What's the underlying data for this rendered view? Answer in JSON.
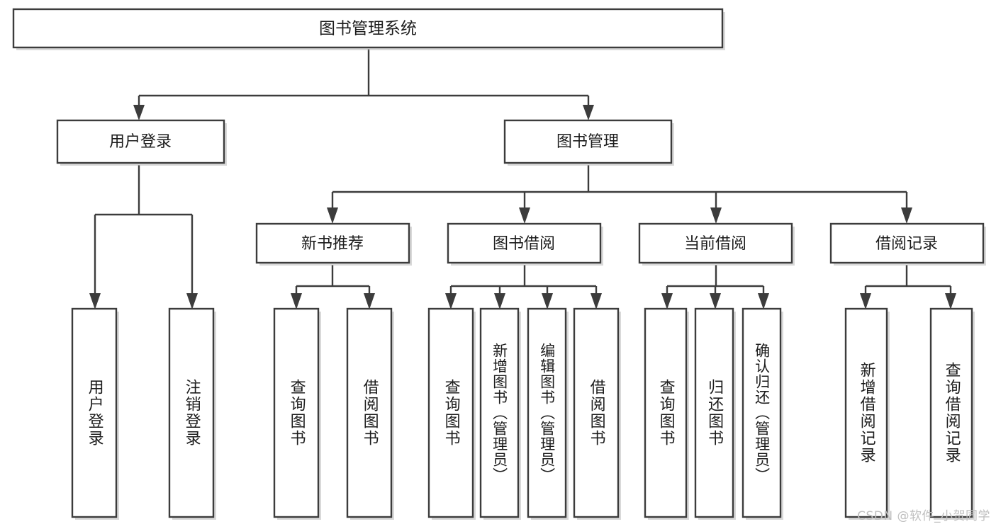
{
  "diagram": {
    "type": "tree-hierarchy",
    "title_node": {
      "id": "root",
      "label": "图书管理系统"
    },
    "level2": [
      {
        "id": "user-login",
        "label": "用户登录"
      },
      {
        "id": "book-mgmt",
        "label": "图书管理"
      }
    ],
    "level3": [
      {
        "id": "new-book-rec",
        "label": "新书推荐",
        "parent": "book-mgmt"
      },
      {
        "id": "book-borrow",
        "label": "图书借阅",
        "parent": "book-mgmt"
      },
      {
        "id": "current-borrow",
        "label": "当前借阅",
        "parent": "book-mgmt"
      },
      {
        "id": "borrow-record",
        "label": "借阅记录",
        "parent": "book-mgmt"
      }
    ],
    "leaves": [
      {
        "id": "leaf-user-login",
        "label": "用户登录",
        "parent": "user-login"
      },
      {
        "id": "leaf-logout",
        "label": "注销登录",
        "parent": "user-login"
      },
      {
        "id": "leaf-query-book-1",
        "label": "查询图书",
        "parent": "new-book-rec"
      },
      {
        "id": "leaf-borrow-book-1",
        "label": "借阅图书",
        "parent": "new-book-rec"
      },
      {
        "id": "leaf-query-book-2",
        "label": "查询图书",
        "parent": "book-borrow"
      },
      {
        "id": "leaf-add-book",
        "label": "新增图书（管理员）",
        "parent": "book-borrow"
      },
      {
        "id": "leaf-edit-book",
        "label": "编辑图书（管理员）",
        "parent": "book-borrow"
      },
      {
        "id": "leaf-borrow-book-2",
        "label": "借阅图书",
        "parent": "book-borrow"
      },
      {
        "id": "leaf-query-book-3",
        "label": "查询图书",
        "parent": "current-borrow"
      },
      {
        "id": "leaf-return-book",
        "label": "归还图书",
        "parent": "current-borrow"
      },
      {
        "id": "leaf-confirm-return",
        "label": "确认归还（管理员）",
        "parent": "current-borrow"
      },
      {
        "id": "leaf-add-record",
        "label": "新增借阅记录",
        "parent": "borrow-record"
      },
      {
        "id": "leaf-query-record",
        "label": "查询借阅记录",
        "parent": "borrow-record"
      }
    ]
  },
  "watermark": {
    "text": "CSDN @软件_小贺同学"
  },
  "colors": {
    "stroke": "#3c3c3c",
    "fill": "#ffffff",
    "text": "#1c1c1c",
    "watermark": "#bfbfbf",
    "shadow": "#b9b9b9"
  }
}
